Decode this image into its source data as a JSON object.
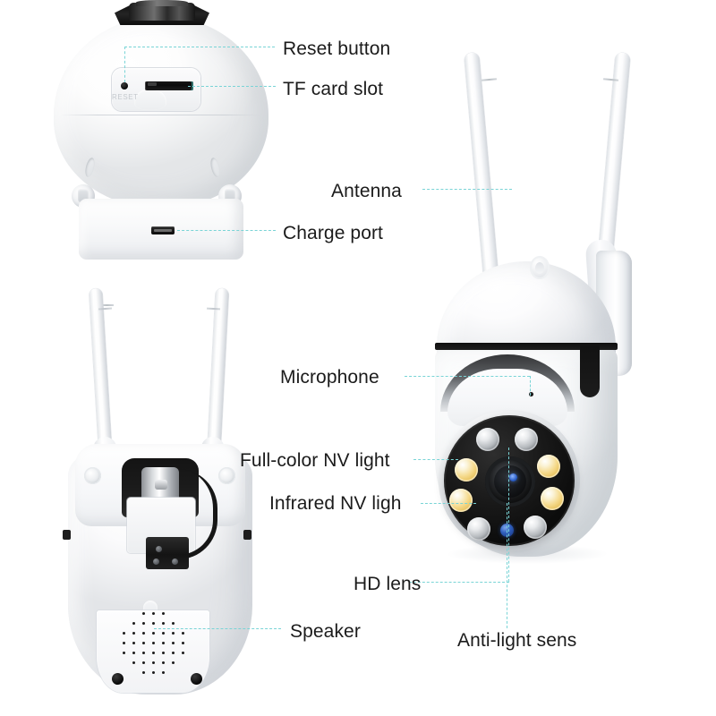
{
  "diagram": {
    "title": "Security camera feature callout diagram",
    "leader_color": "#79d4d6",
    "label_color": "#1b1b1b",
    "background": "#ffffff"
  },
  "views": {
    "back": {
      "name": "back-bottom-view",
      "reset_imprint": "RESET"
    },
    "rear": {
      "name": "rear-view-with-antennas"
    },
    "main": {
      "name": "front-three-quarter-view"
    }
  },
  "callouts": [
    {
      "id": "reset-button",
      "label": "Reset button"
    },
    {
      "id": "tf-card-slot",
      "label": "TF card slot"
    },
    {
      "id": "antenna",
      "label": "Antenna"
    },
    {
      "id": "charge-port",
      "label": "Charge port"
    },
    {
      "id": "microphone",
      "label": "Microphone"
    },
    {
      "id": "full-color-nv-light",
      "label": "Full-color NV light"
    },
    {
      "id": "infrared-nv-light",
      "label": "Infrared NV ligh"
    },
    {
      "id": "hd-lens",
      "label": "HD lens"
    },
    {
      "id": "speaker",
      "label": "Speaker"
    },
    {
      "id": "anti-light-sensor",
      "label": "Anti-light sens"
    }
  ],
  "hardware": {
    "led_count": 8,
    "led_full_color_count": 4,
    "led_infrared_count": 4,
    "antenna_count_main": 2,
    "antenna_count_rear": 2,
    "screw_hole_count": 2,
    "colors": {
      "led_full_color": "#f5d98a",
      "led_infrared": "#b6babe",
      "lens_glint": "#2a5ec8",
      "anti_light_sensor": "#2f5fbd",
      "body_white": "#ffffff",
      "seam_black": "#0f0f0f"
    }
  }
}
